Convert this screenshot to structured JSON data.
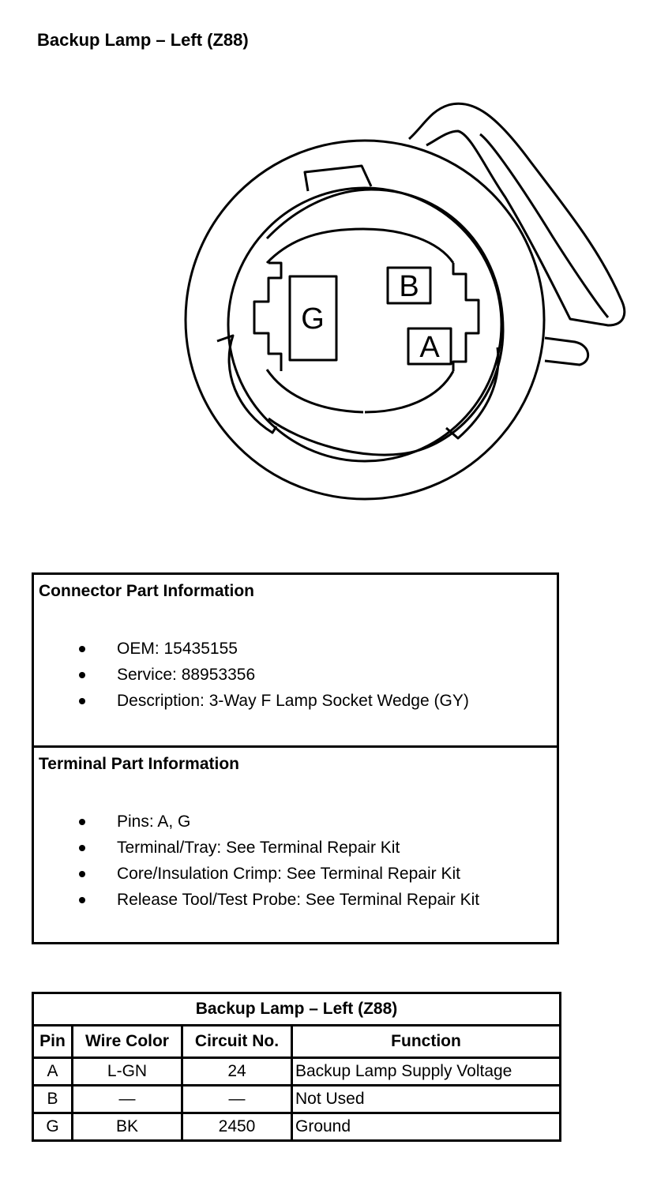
{
  "title": "Backup Lamp – Left (Z88)",
  "diagram": {
    "cavity_labels": [
      "G",
      "B",
      "A"
    ]
  },
  "connector_info": {
    "heading": "Connector Part Information",
    "items": [
      "OEM: 15435155",
      "Service: 88953356",
      "Description: 3-Way F Lamp Socket Wedge (GY)"
    ]
  },
  "terminal_info": {
    "heading": "Terminal Part Information",
    "items": [
      "Pins: A, G",
      "Terminal/Tray: See Terminal Repair Kit",
      "Core/Insulation Crimp: See Terminal Repair Kit",
      "Release Tool/Test Probe: See Terminal Repair Kit"
    ]
  },
  "pin_table": {
    "caption": "Backup Lamp – Left (Z88)",
    "headers": [
      "Pin",
      "Wire Color",
      "Circuit No.",
      "Function"
    ],
    "rows": [
      [
        "A",
        "L-GN",
        "24",
        "Backup Lamp Supply Voltage"
      ],
      [
        "B",
        "—",
        "—",
        "Not Used"
      ],
      [
        "G",
        "BK",
        "2450",
        "Ground"
      ]
    ]
  }
}
